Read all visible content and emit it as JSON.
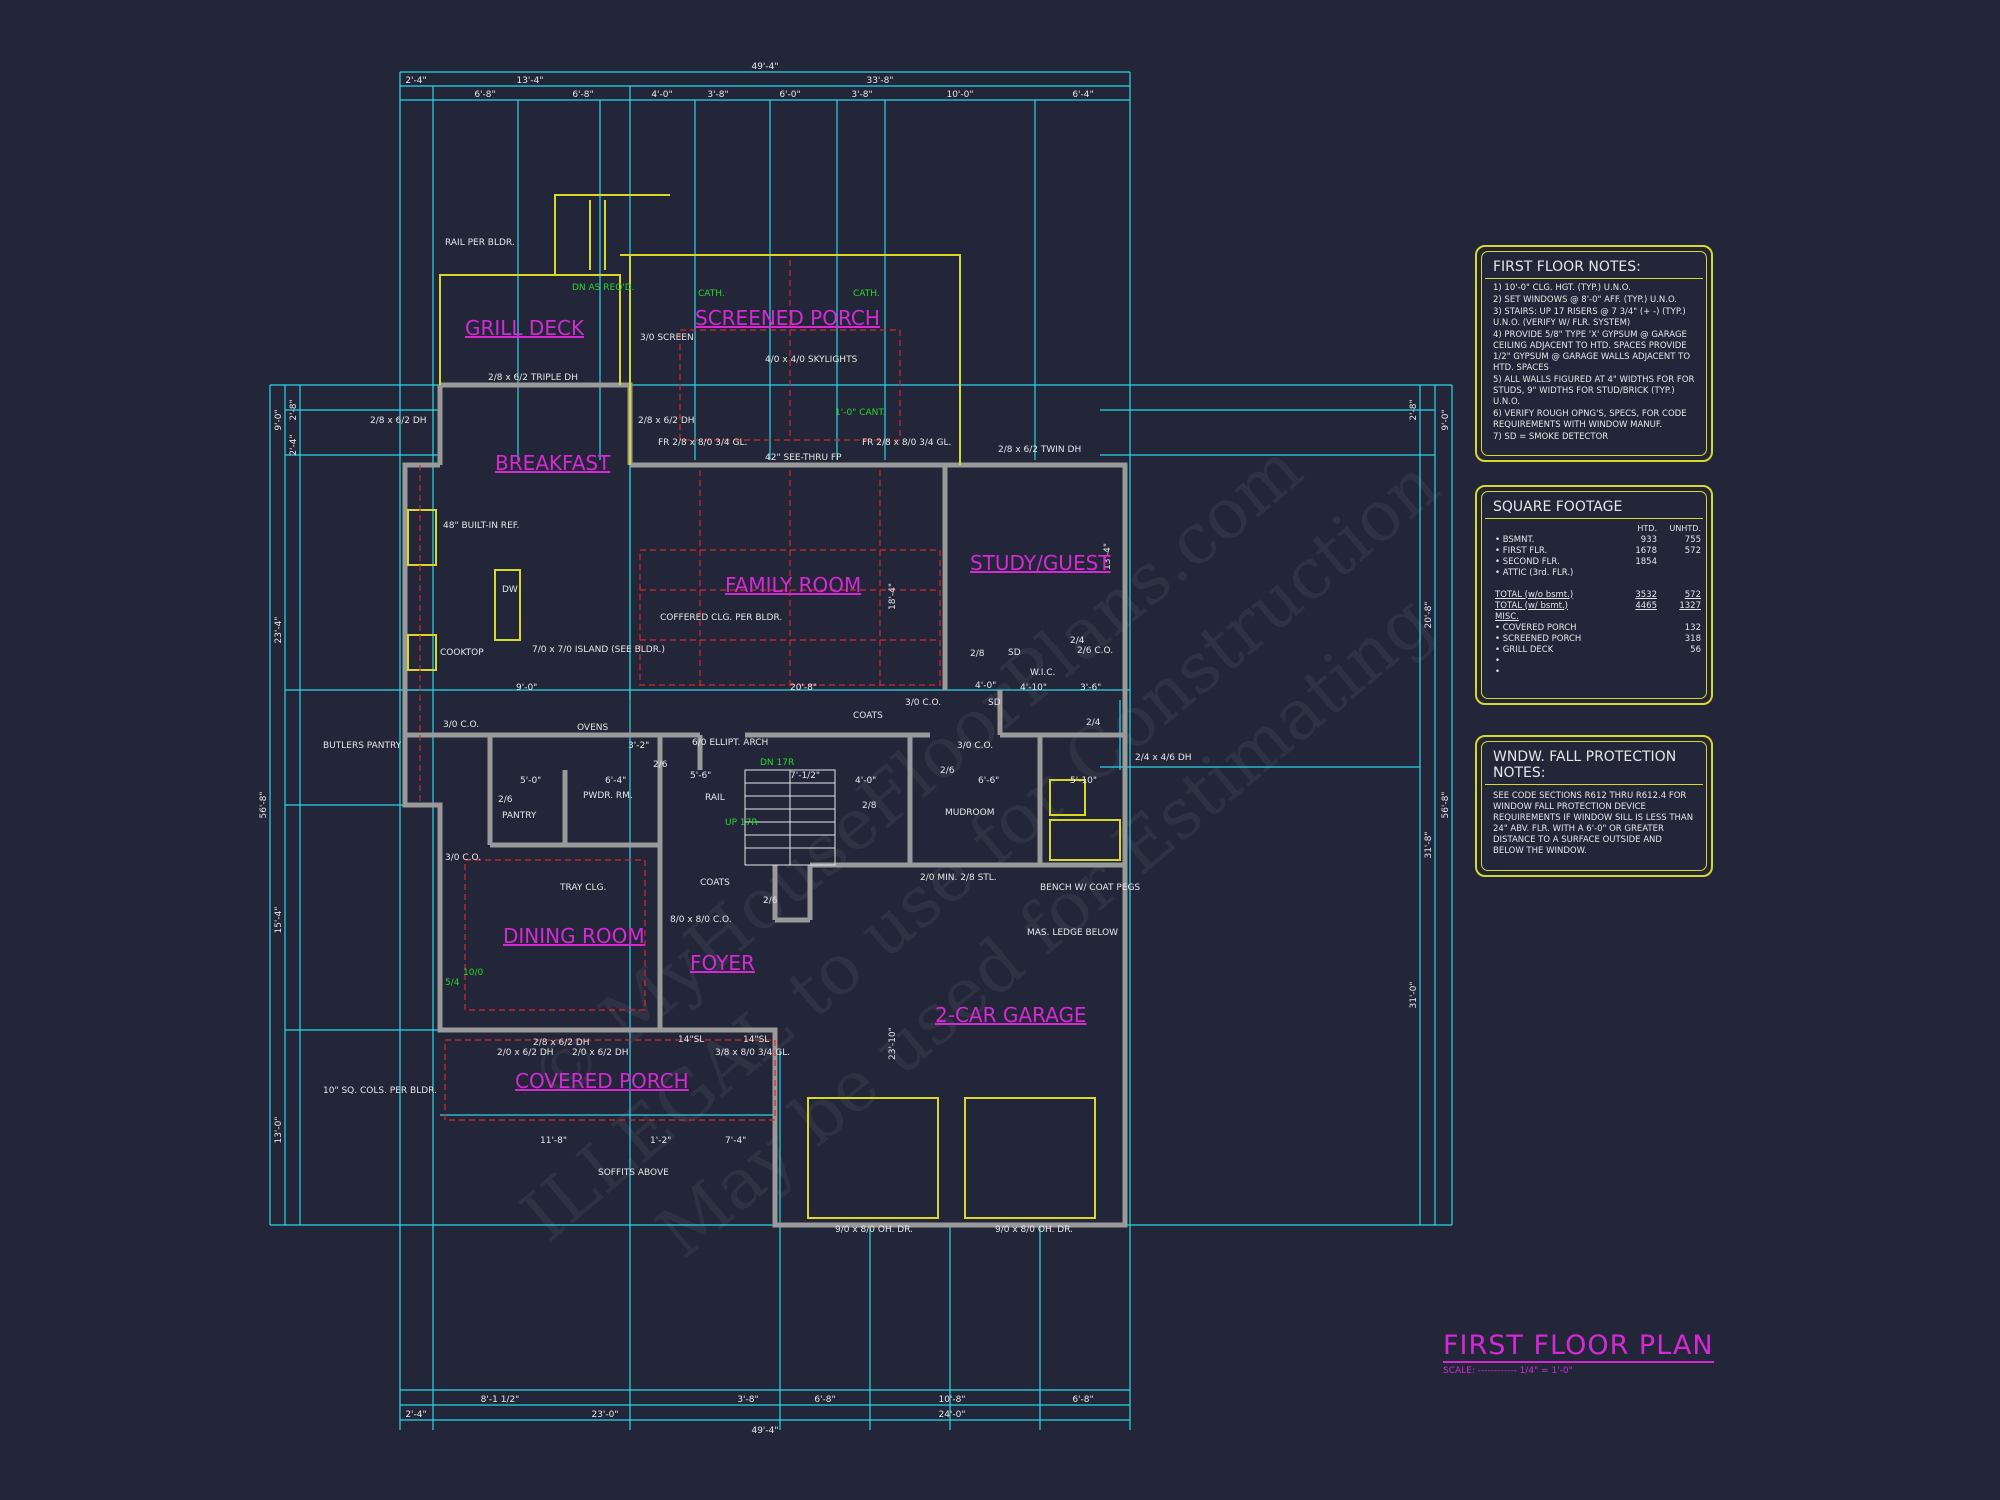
{
  "sheet": {
    "title": "FIRST FLOOR PLAN",
    "scale": "SCALE: ------------ 1/4\" = 1'-0\"",
    "watermark_lines": [
      "© MyHouseFloorPlans.com",
      "ILLEGAL to use for Construction",
      "May be used for Estimating"
    ]
  },
  "colors": {
    "background": "#232638",
    "dimension": "#2ad6e6",
    "wall": "#9a9a9a",
    "room_label": "#d42ad4",
    "note_border": "#d8d82a",
    "hidden_line": "#d22a2a",
    "stair_note": "#2ad62a",
    "text": "#e6e6e6"
  },
  "rooms": [
    {
      "name": "GRILL DECK"
    },
    {
      "name": "SCREENED PORCH"
    },
    {
      "name": "BREAKFAST"
    },
    {
      "name": "FAMILY ROOM"
    },
    {
      "name": "STUDY/GUEST"
    },
    {
      "name": "DINING ROOM"
    },
    {
      "name": "FOYER"
    },
    {
      "name": "2-CAR GARAGE"
    },
    {
      "name": "COVERED PORCH"
    }
  ],
  "labels": {
    "rail_per_bldr": "RAIL PER BLDR.",
    "dn_as_reqd": "DN AS REQ'D.",
    "cath1": "CATH.",
    "cath2": "CATH.",
    "screen": "3/0 SCREEN",
    "skylights": "4/0 x 4/0 SKYLIGHTS",
    "triple_dh": "2/8 x 6/2 TRIPLE DH",
    "dh_left": "2/8 x 6/2 DH",
    "dh_mid": "2/8 x 6/2 DH",
    "cant": "1'-0\" CANT.",
    "twin_dh": "2/8 x 6/2 TWIN DH",
    "fr_left": "FR 2/8 x 8/0 3/4 GL.",
    "fr_right": "FR 2/8 x 8/0 3/4 GL.",
    "fireplace": "42\" SEE-THRU FP",
    "ref": "48\" BUILT-IN REF.",
    "dw": "DW",
    "cooktop": "COOKTOP",
    "island": "7/0 x 7/0 ISLAND (SEE BLDR.)",
    "coffered": "COFFERED CLG. PER BLDR.",
    "sd1": "SD",
    "sd2": "SD",
    "wic": "W.I.C.",
    "co_26": "2/6 C.O.",
    "d_28": "2/8",
    "d_24a": "2/4",
    "d_24b": "2/4",
    "coats1": "COATS",
    "co_30a": "3/0 C.O.",
    "co_30b": "3/0 C.O.",
    "co_30c": "3/0 C.O.",
    "co_30d": "3/0 C.O.",
    "ovens": "OVENS",
    "ellipt": "6/0 ELLIPT. ARCH",
    "butlers": "BUTLERS PANTRY",
    "pantry": "PANTRY",
    "pwdr": "PWDR. RM.",
    "d_26a": "2/6",
    "d_26b": "2/6",
    "d_26c": "2/6",
    "d_26d": "2/6",
    "d_28b": "2/8",
    "mudroom": "MUDROOM",
    "dh_right": "2/4 x 4/6 DH",
    "rail": "RAIL",
    "dn17": "DN 17R",
    "up17": "UP 17R",
    "coats2": "COATS",
    "tray": "TRAY CLG.",
    "co_80": "8/0 x 8/0 C.O.",
    "min_stl": "2/0 MIN. 2/8 STL.",
    "bench": "BENCH W/ COAT PEGS",
    "mas_ledge": "MAS. LEDGE BELOW",
    "dh_front1": "2/8 x 6/2 DH",
    "dh_front2": "2/0 x 6/2 DH",
    "dh_front3": "2/0 x 6/2 DH",
    "sl1": "14\"SL",
    "sl2": "14\"SL",
    "entry": "3/8 x 8/0 3/4 GL.",
    "cols": "10\" SQ. COLS. PER BLDR.",
    "soffits": "SOFFITS ABOVE",
    "ohdr1": "9/0 x 8/0 OH. DR.",
    "ohdr2": "9/0 x 8/0 OH. DR.",
    "d_104": "10/0",
    "d_54": "5/4"
  },
  "dims_top": {
    "overall": "49'-4\"",
    "row2": [
      "2'-4\"",
      "13'-4\"",
      "33'-8\""
    ],
    "row3": [
      "6'-8\"",
      "6'-8\"",
      "4'-0\"",
      "3'-8\"",
      "6'-0\"",
      "3'-8\"",
      "10'-0\"",
      "6'-4\""
    ]
  },
  "dims_bottom": {
    "overall": "49'-4\"",
    "row2": [
      "2'-4\"",
      "23'-0\"",
      "24'-0\""
    ],
    "row3": [
      "8'-1 1/2\"",
      "3'-8\"",
      "6'-8\"",
      "10'-8\"",
      "6'-8\""
    ]
  },
  "dims_left": [
    "56'-8\"",
    "23'-4\"",
    "15'-4\"",
    "13'-0\"",
    "2'-4\"",
    "2'-8\"",
    "9'-0\""
  ],
  "dims_right": [
    "56'-8\"",
    "20'-8\"",
    "31'-8\"",
    "31'-0\"",
    "2'-8\"",
    "9'-0\""
  ],
  "dims_interior": [
    "9'-0\"",
    "20'-8\"",
    "5'-0\"",
    "6'-4\"",
    "3'-2\"",
    "5'-6\"",
    "7'-1/2\"",
    "4'-0\"",
    "6'-6\"",
    "5'-10\"",
    "4'-10\"",
    "3'-6\"",
    "4'-0\"",
    "11'-8\"",
    "1'-2\"",
    "7'-4\"",
    "23'-10\"",
    "13'-4\"",
    "18'-4\""
  ],
  "first_floor_notes": {
    "title": "FIRST FLOOR NOTES:",
    "items": [
      "1) 10'-0\" CLG. HGT. (TYP.) U.N.O.",
      "2) SET WINDOWS @ 8'-0\" AFF. (TYP.) U.N.O.",
      "3) STAIRS: UP 17 RISERS @ 7 3/4\" (+ -) (TYP.) U.N.O. (VERIFY W/ FLR. SYSTEM)",
      "4) PROVIDE 5/8\" TYPE 'X' GYPSUM @ GARAGE CEILING ADJACENT TO HTD. SPACES PROVIDE 1/2\" GYPSUM @ GARAGE WALLS ADJACENT TO HTD. SPACES",
      "5) ALL WALLS FIGURED AT 4\" WIDTHS FOR FOR STUDS, 9\" WIDTHS FOR STUD/BRICK (TYP.) U.N.O.",
      "6) VERIFY ROUGH OPNG'S, SPECS, FOR CODE REQUIREMENTS WITH WINDOW MANUF.",
      "7) SD = SMOKE DETECTOR"
    ]
  },
  "square_footage": {
    "title": "SQUARE FOOTAGE",
    "head": [
      "",
      "HTD.",
      "UNHTD."
    ],
    "rows": [
      [
        "• BSMNT.",
        "933",
        "755"
      ],
      [
        "• FIRST FLR.",
        "1678",
        "572"
      ],
      [
        "• SECOND FLR.",
        "1854",
        ""
      ],
      [
        "• ATTIC (3rd. FLR.)",
        "",
        ""
      ],
      [
        "",
        "",
        ""
      ],
      [
        "TOTAL (w/o bsmt.)",
        "3532",
        "572"
      ],
      [
        "TOTAL (w/ bsmt.)",
        "4465",
        "1327"
      ],
      [
        "MISC.",
        "",
        ""
      ],
      [
        "• COVERED PORCH",
        "",
        "132"
      ],
      [
        "• SCREENED PORCH",
        "",
        "318"
      ],
      [
        "• GRILL DECK",
        "",
        "56"
      ],
      [
        "•",
        "",
        ""
      ],
      [
        "•",
        "",
        ""
      ]
    ]
  },
  "window_fall_notes": {
    "title": "WNDW. FALL PROTECTION NOTES:",
    "text": "SEE CODE SECTIONS R612 THRU R612.4 FOR WINDOW FALL PROTECTION DEVICE REQUIREMENTS IF WINDOW SILL IS LESS THAN 24\" ABV. FLR. WITH A 6'-0\" OR GREATER DISTANCE TO A SURFACE OUTSIDE AND BELOW THE WINDOW."
  }
}
